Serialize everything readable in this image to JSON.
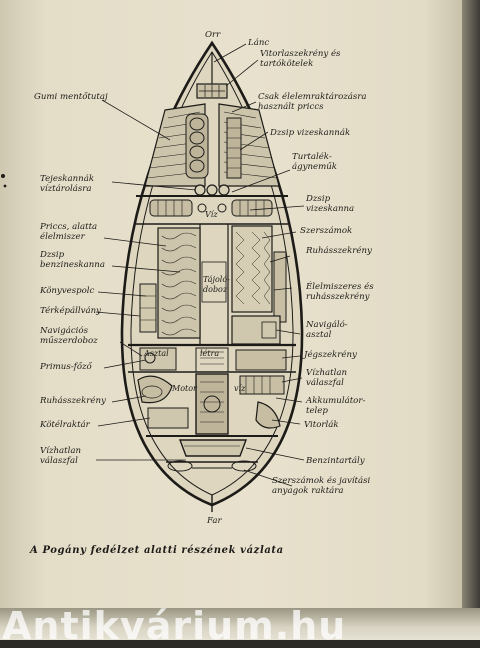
{
  "diagram": {
    "bow_label": "Orr",
    "stern_label": "Far",
    "caption": "A Pogány fedélzet alatti részének vázlata",
    "labels_right": [
      "Lánc",
      "Vitorlaszekrény és\ntartókötelek",
      "Csak élelemraktározásra\nhasznált priccs",
      "Dzsip vizeskannák",
      "Turtalék-\nágyneműk",
      "Dzsip\nvizeskanna",
      "Szerszámok",
      "Ruhásszekrény",
      "Élelmiszeres és\nruhásszekrény",
      "Navigáló-\nasztal",
      "Jégszekrény",
      "Vízhatlan\nválaszfal",
      "Akkumulátor-\ntelep",
      "Vitorlák",
      "Benzintartály",
      "Szerszámok és javítási\nanyagok raktára"
    ],
    "labels_left": [
      "Gumi mentőtutaj",
      "Tejeskannák\nvíztárolásra",
      "Priccs, alatta\nélelmiszer",
      "Dzsip\nbenzineskanna",
      "Könyvespolc",
      "Térképállvány",
      "Navigációs\nműszerdoboz",
      "Primus-főző",
      "Ruhásszekrény",
      "Kötélraktár",
      "Vízhatlan\nválaszfal"
    ],
    "inner_labels": {
      "water": "Víz",
      "compass_box": "Tájoló-\ndoboz",
      "table": "Asztal",
      "ladder": "létra",
      "motor": "Motor",
      "water2": "víz"
    }
  },
  "watermark": "Antikvárium.hu"
}
